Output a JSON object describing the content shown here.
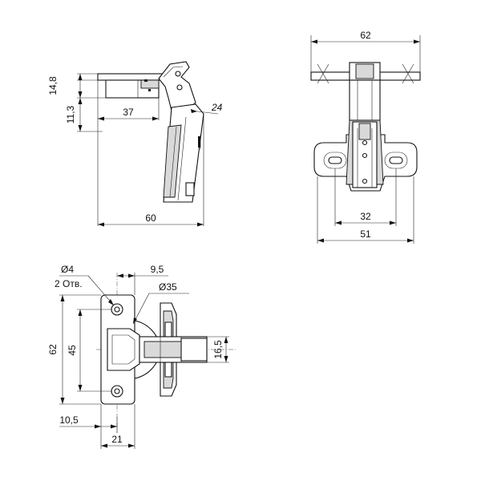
{
  "side_view": {
    "dim_width_60": "60",
    "dim_37": "37",
    "dim_height_14_8": "14,8",
    "dim_height_11_3": "11,3",
    "dim_24": "24"
  },
  "front_view": {
    "dim_top_62": "62",
    "dim_32": "32",
    "dim_51": "51"
  },
  "plan_view": {
    "hole_diameter": "Ø4",
    "holes_count": "2 Отв.",
    "dim_9_5": "9,5",
    "cup_diameter": "Ø35",
    "dim_height_62": "62",
    "dim_45": "45",
    "dim_16_5": "16,5",
    "dim_10_5": "10,5",
    "dim_21": "21"
  }
}
